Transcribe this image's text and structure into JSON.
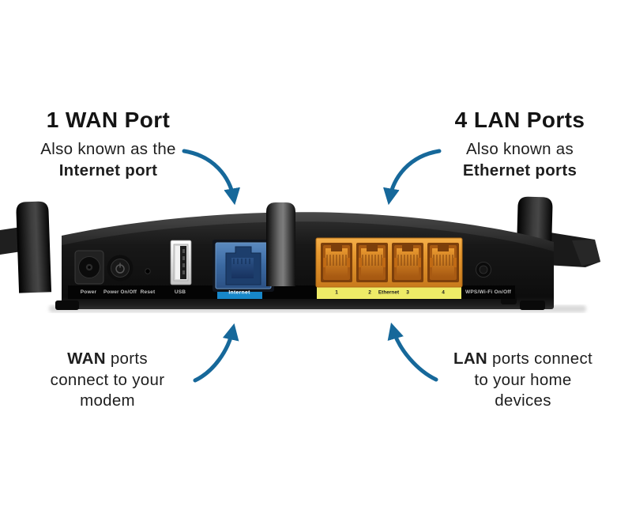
{
  "annotations": {
    "wan_top": {
      "title": "1 WAN Port",
      "line1": "Also known as the",
      "line2": "Internet port"
    },
    "lan_top": {
      "title": "4 LAN Ports",
      "line1": "Also known as",
      "line2": "Ethernet ports"
    },
    "wan_bottom": {
      "line1_bold": "WAN",
      "line1_rest": " ports",
      "line2": "connect to your",
      "line3": "modem"
    },
    "lan_bottom": {
      "line1_bold": "LAN",
      "line1_rest": " ports connect",
      "line2": "to your home",
      "line3": "devices"
    }
  },
  "router": {
    "labels": {
      "power": "Power",
      "power_switch": "Power On/Off",
      "reset": "Reset",
      "usb": "USB",
      "internet": "Internet",
      "lan1": "1",
      "lan2": "2",
      "ethernet": "Ethernet",
      "lan3": "3",
      "lan4": "4",
      "wps": "WPS/Wi-Fi On/Off"
    }
  },
  "colors": {
    "arrow": "#16689a",
    "annotation_text": "#1b1b1b",
    "internet_label_bg": "#1787c9",
    "lan_label_bg": "#eeeb67",
    "internet_bezel": "#3f6fa8",
    "lan_bezel": "#e79a31"
  }
}
